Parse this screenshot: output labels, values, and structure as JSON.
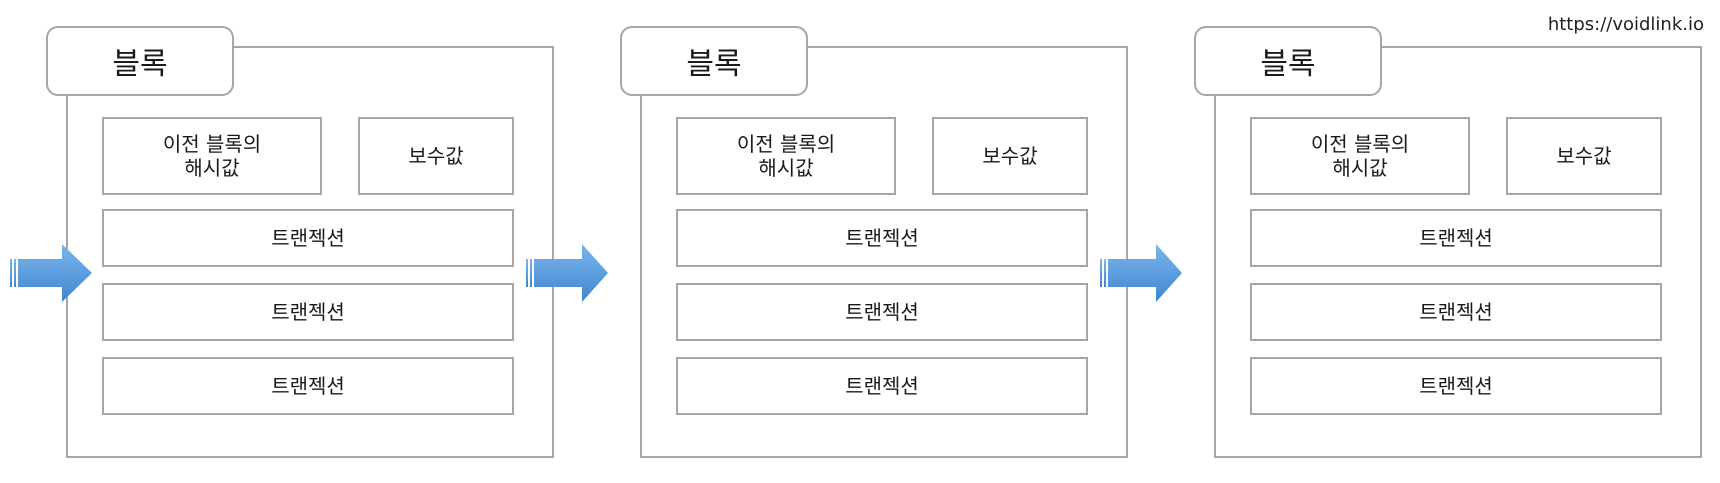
{
  "watermark": "https://voidlink.io",
  "blocks": [
    {
      "title": "블록",
      "prev_hash": "이전 블록의\n해시값",
      "reward": "보수값",
      "transactions": [
        "트랜젝션",
        "트랜젝션",
        "트랜젝션"
      ]
    },
    {
      "title": "블록",
      "prev_hash": "이전 블록의\n해시값",
      "reward": "보수값",
      "transactions": [
        "트랜젝션",
        "트랜젝션",
        "트랜젝션"
      ]
    },
    {
      "title": "블록",
      "prev_hash": "이전 블록의\n해시값",
      "reward": "보수값",
      "transactions": [
        "트랜젝션",
        "트랜젝션",
        "트랜젝션"
      ]
    }
  ],
  "colors": {
    "arrow_light": "#6aa8e8",
    "arrow_dark": "#3f86cf",
    "border": "#a6a6a6"
  }
}
